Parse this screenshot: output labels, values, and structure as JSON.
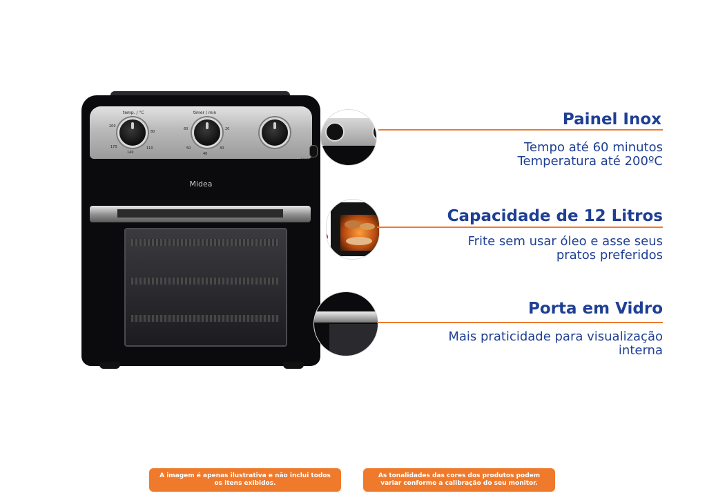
{
  "product": {
    "brand": "Midea",
    "panel_labels": {
      "temp": "temp. / °C",
      "timer": "timer / min"
    },
    "temp_ticks": [
      "200",
      "170",
      "140",
      "110",
      "80"
    ],
    "timer_ticks": [
      "60",
      "50",
      "40",
      "30",
      "20"
    ],
    "light_label": "ligado"
  },
  "features": [
    {
      "title": "Painel Inox",
      "lines": [
        "Tempo até 60 minutos",
        "Temperatura até 200ºC"
      ]
    },
    {
      "title": "Capacidade de 12 Litros",
      "lines": [
        "Frite sem usar óleo e asse seus",
        "pratos preferidos"
      ]
    },
    {
      "title": "Porta em Vidro",
      "lines": [
        "Mais praticidade para visualização",
        "interna"
      ]
    }
  ],
  "disclaimers": {
    "left": "A imagem é apenas ilustrativa e não inclui todos os itens exibidos.",
    "right": "As tonalidades das cores dos produtos podem variar conforme a calibração do seu monitor."
  },
  "colors": {
    "accent": "#ef7a2c",
    "heading": "#1e3f94"
  }
}
